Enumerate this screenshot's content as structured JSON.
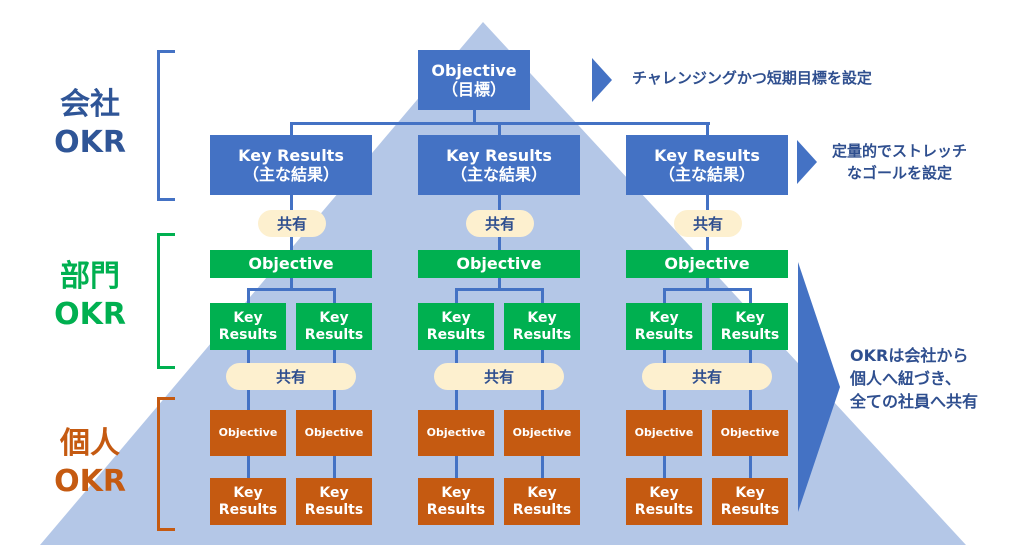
{
  "colors": {
    "company": "#2f5597",
    "company_box": "#4472c4",
    "department": "#00b050",
    "individual": "#c55a11",
    "share_pill": "#fdf0cf",
    "pyramid": "#b4c7e7",
    "note_text": "#2f4f8f"
  },
  "levels": {
    "company": {
      "label_line1": "会社",
      "label_line2": "OKR"
    },
    "department": {
      "label_line1": "部門",
      "label_line2": "OKR"
    },
    "individual": {
      "label_line1": "個人",
      "label_line2": "OKR"
    }
  },
  "company": {
    "objective": {
      "line1": "Objective",
      "line2": "（目標）"
    },
    "key_results": [
      {
        "line1": "Key Results",
        "line2": "（主な結果）"
      },
      {
        "line1": "Key Results",
        "line2": "（主な結果）"
      },
      {
        "line1": "Key Results",
        "line2": "（主な結果）"
      }
    ]
  },
  "share_label": "共有",
  "department": {
    "objective_label": "Objective",
    "kr_line1": "Key",
    "kr_line2": "Results"
  },
  "individual": {
    "objective_label": "Objective",
    "kr_line1": "Key",
    "kr_line2": "Results"
  },
  "notes": {
    "objective_note": "チャレンジングかつ短期目標を設定",
    "kr_note_line1": "定量的でストレッチ",
    "kr_note_line2": "なゴールを設定",
    "cascade_note_line1": "OKRは会社から",
    "cascade_note_line2": "個人へ紐づき、",
    "cascade_note_line3": "全ての社員へ共有"
  }
}
